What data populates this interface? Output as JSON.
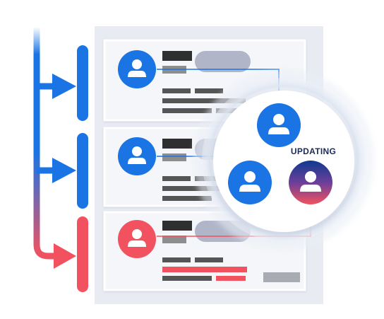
{
  "status": {
    "label": "UPDATING"
  },
  "colors": {
    "active_blue": "#1a74e4",
    "alert_red": "#f2525f",
    "text_dark": "#2f2f2f",
    "text_gray": "#8e8e8e",
    "pill_gray": "#b0b5c8",
    "card_bg": "#f5f6f9",
    "panel_bg": "#e8ebf2",
    "label_navy": "#1b2b55"
  },
  "records": [
    {
      "status": "active",
      "icon": "user-icon"
    },
    {
      "status": "active",
      "icon": "user-icon"
    },
    {
      "status": "alert",
      "icon": "user-icon"
    }
  ],
  "magnifier": {
    "icons": [
      "user-icon",
      "user-icon",
      "user-icon"
    ],
    "updating_icon_state": "updating"
  }
}
